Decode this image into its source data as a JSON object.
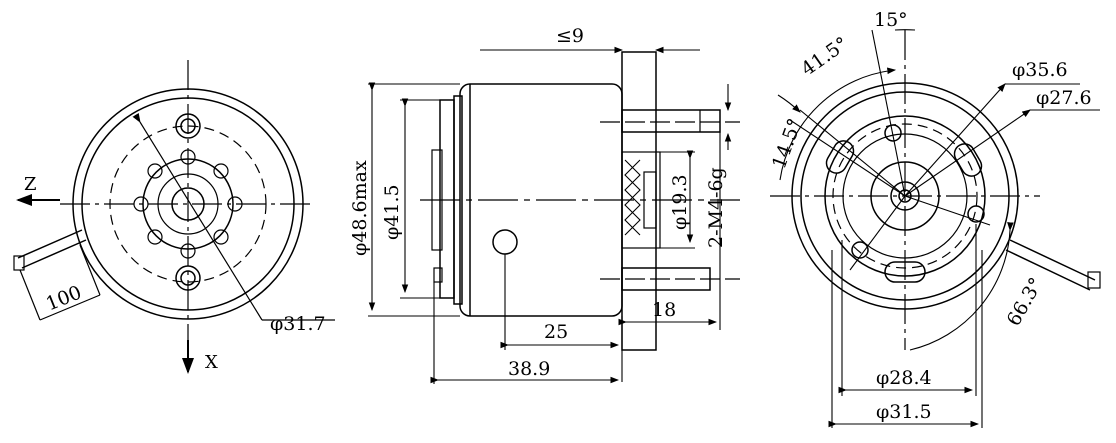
{
  "left_view": {
    "axis_z": "Z",
    "axis_x": "X",
    "dim_wire": "100",
    "dim_diameter": "φ31.7"
  },
  "side_view": {
    "dim_top": "≤9",
    "dim_body_dia": "φ48.6max",
    "dim_flange_dia": "φ41.5",
    "dim_shaft_dia": "φ19.3",
    "dim_thread": "2-M4-6g",
    "dim_25": "25",
    "dim_18": "18",
    "dim_389": "38.9"
  },
  "right_view": {
    "ang_15": "15°",
    "ang_415": "41.5°",
    "ang_145": "14.5°",
    "ang_663": "66.3°",
    "dim_356": "φ35.6",
    "dim_276": "φ27.6",
    "dim_284": "φ28.4",
    "dim_315": "φ31.5"
  }
}
